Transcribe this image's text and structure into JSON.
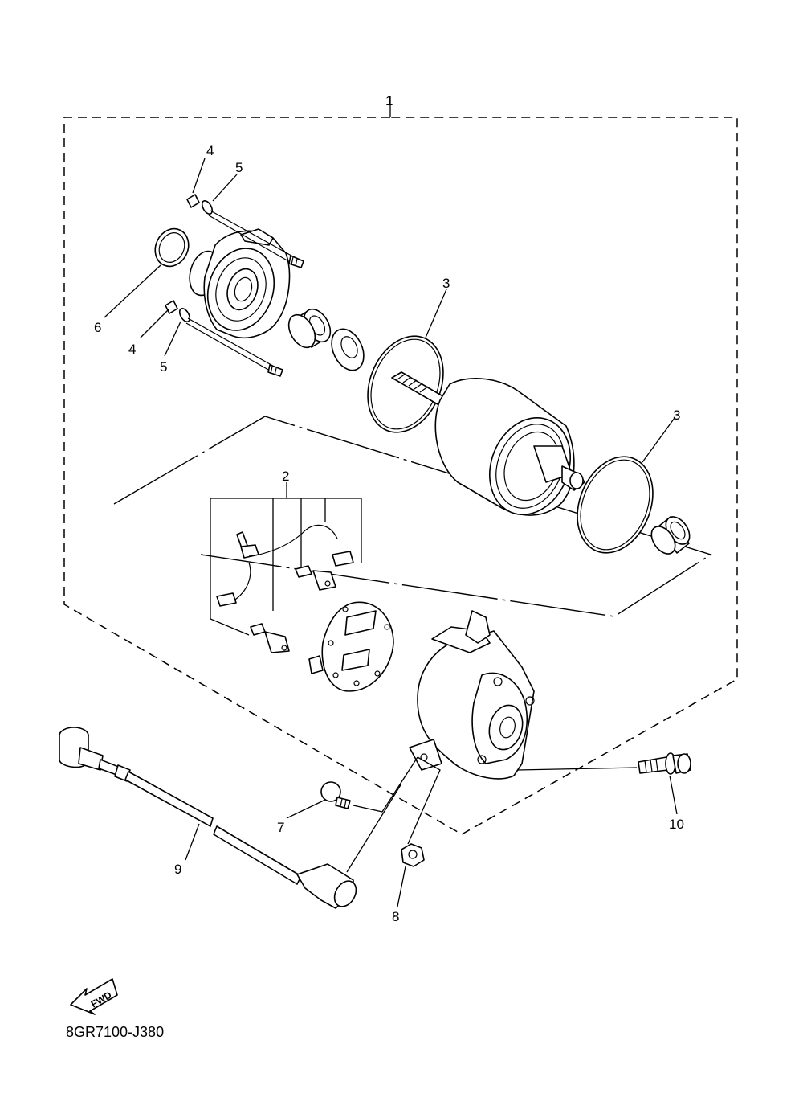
{
  "callouts": {
    "c1": "1",
    "c2": "2",
    "c3a": "3",
    "c3b": "3",
    "c4a": "4",
    "c4b": "4",
    "c5a": "5",
    "c5b": "5",
    "c6": "6",
    "c7": "7",
    "c8": "8",
    "c9": "9",
    "c10": "10"
  },
  "fwd_label": "FWD",
  "diagram_code": "8GR7100-J380"
}
